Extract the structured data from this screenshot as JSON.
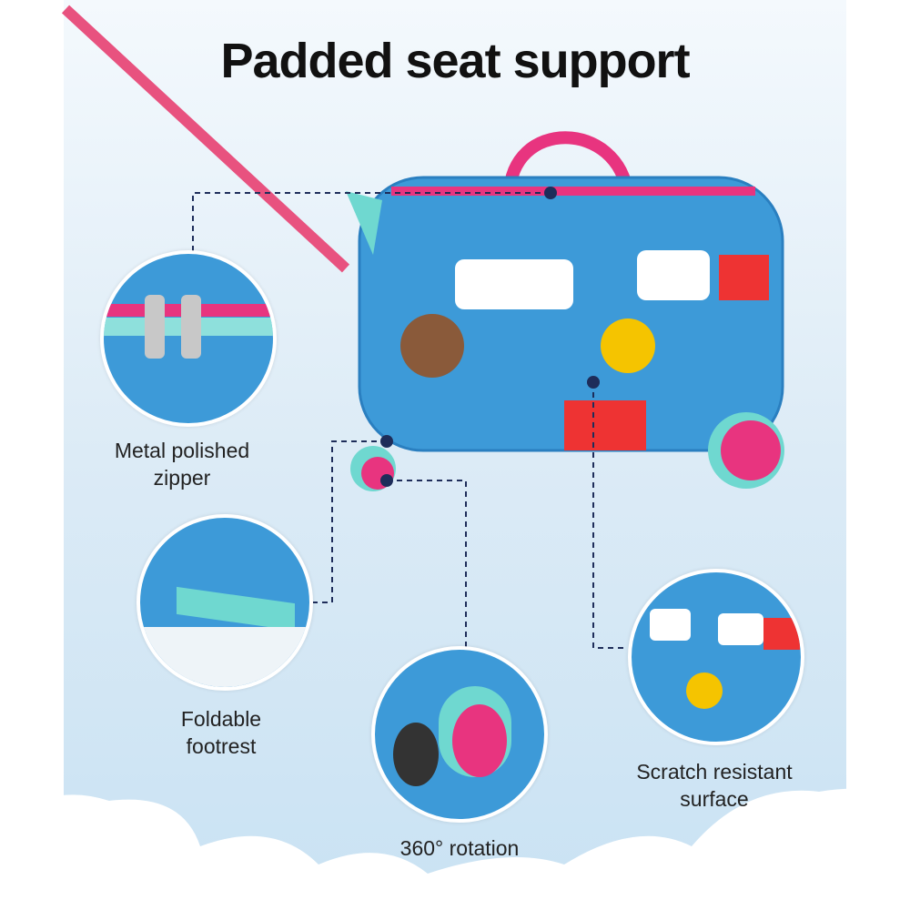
{
  "title": "Padded seat support",
  "features": [
    {
      "line1": "Metal polished",
      "line2": "zipper"
    },
    {
      "line1": "Foldable",
      "line2": "footrest"
    },
    {
      "line1": "360° rotation"
    },
    {
      "line1": "Scratch resistant",
      "line2": "surface"
    }
  ],
  "colors": {
    "suitcase": "#3d9ad8",
    "accent_pink": "#e8347f",
    "handle": "#e8347f",
    "wheel_mint": "#6fd8d0",
    "dash": "#1e2d5a"
  }
}
